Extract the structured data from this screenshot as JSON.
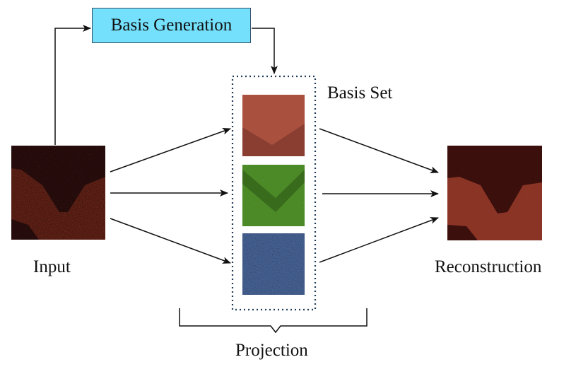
{
  "diagram": {
    "nodes": {
      "basis_generation": {
        "label": "Basis Generation",
        "fill": "#74e0fc"
      },
      "input": {
        "label": "Input"
      },
      "basis_set": {
        "label": "Basis Set",
        "items": [
          {
            "name": "red-basis",
            "color": "#b05a4a"
          },
          {
            "name": "green-basis",
            "color": "#4f8c2a"
          },
          {
            "name": "blue-basis",
            "color": "#4a6a9e"
          }
        ]
      },
      "reconstruction": {
        "label": "Reconstruction"
      }
    },
    "projection_label": "Projection",
    "edges": [
      {
        "from": "input",
        "to": "basis_generation"
      },
      {
        "from": "basis_generation",
        "to": "basis_set"
      },
      {
        "from": "input",
        "to": "basis_set",
        "count": 3
      },
      {
        "from": "basis_set",
        "to": "reconstruction",
        "count": 3
      }
    ]
  }
}
